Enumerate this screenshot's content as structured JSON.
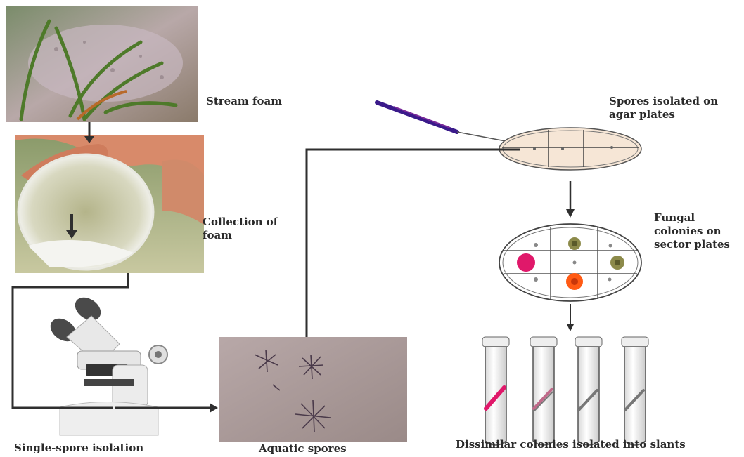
{
  "labels": {
    "stream_foam": "Stream foam",
    "collection_line1": "Collection of",
    "collection_line2": "foam",
    "single_spore": "Single-spore isolation",
    "aquatic_spores": "Aquatic spores",
    "spores_isolated_line1": "Spores isolated on",
    "spores_isolated_line2": "agar plates",
    "fungal_line1": "Fungal",
    "fungal_line2": "colonies on",
    "fungal_line3": "sector plates",
    "dissimilar": "Dissimilar colonies isolated into slants"
  },
  "colors": {
    "flow_line": "#2f2f2f",
    "plate_fill": "#f6e6d6",
    "colony_magenta": "#e0186a",
    "colony_orange": "#ff5a14",
    "colony_olive": "#8c8a4a",
    "needle": "#4a1a9c"
  },
  "icons": [
    "stream-foam-photo",
    "petri-dish-photo",
    "microscope-image",
    "spore-micrograph",
    "inoculation-needle",
    "agar-plate",
    "sector-plate",
    "test-tube"
  ]
}
